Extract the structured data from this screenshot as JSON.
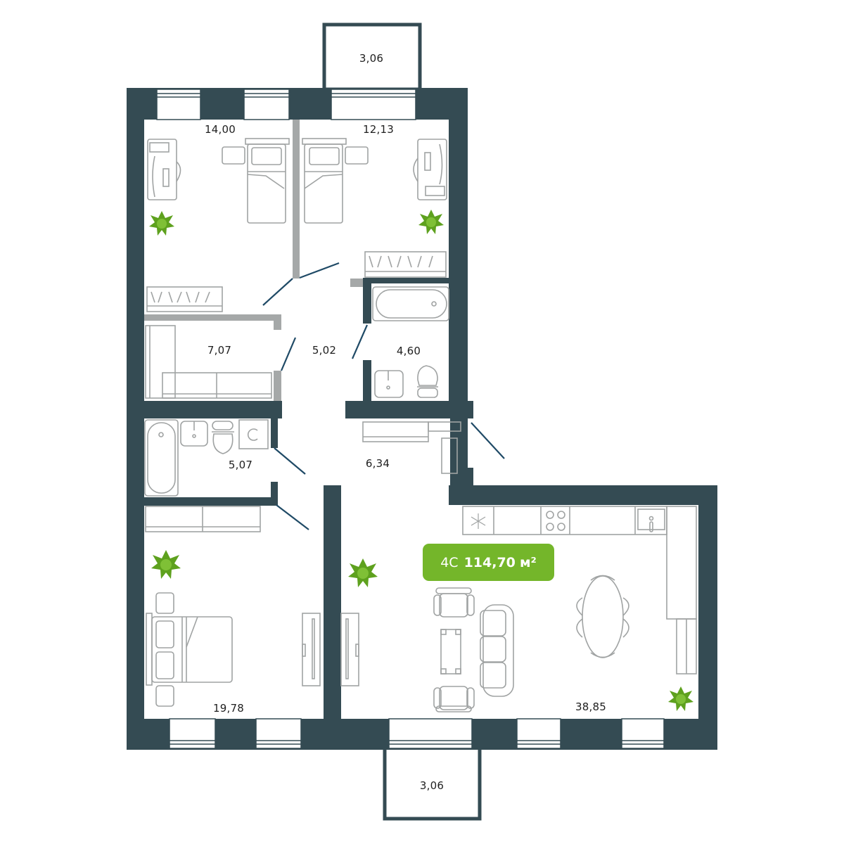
{
  "plan": {
    "apartment_type": "4С",
    "total_area": "114,70",
    "area_unit": "м²",
    "colors": {
      "wall": "#344b53",
      "partition": "#a5a8a8",
      "furniture": "#a0a3a3",
      "door": "#1f4a66",
      "badge": "#74b62a",
      "plant": "#5ea11e"
    },
    "rooms": [
      {
        "id": "bedroom-1",
        "area": "14,00"
      },
      {
        "id": "bedroom-2",
        "area": "12,13"
      },
      {
        "id": "wardrobe",
        "area": "7,07"
      },
      {
        "id": "hallway",
        "area": "5,02"
      },
      {
        "id": "bathroom-1",
        "area": "4,60"
      },
      {
        "id": "bathroom-2",
        "area": "5,07"
      },
      {
        "id": "entrance-hall",
        "area": "6,34"
      },
      {
        "id": "master-bedroom",
        "area": "19,78"
      },
      {
        "id": "kitchen-living",
        "area": "38,85"
      },
      {
        "id": "balcony-top",
        "area": "3,06"
      },
      {
        "id": "balcony-bottom",
        "area": "3,06"
      }
    ]
  }
}
